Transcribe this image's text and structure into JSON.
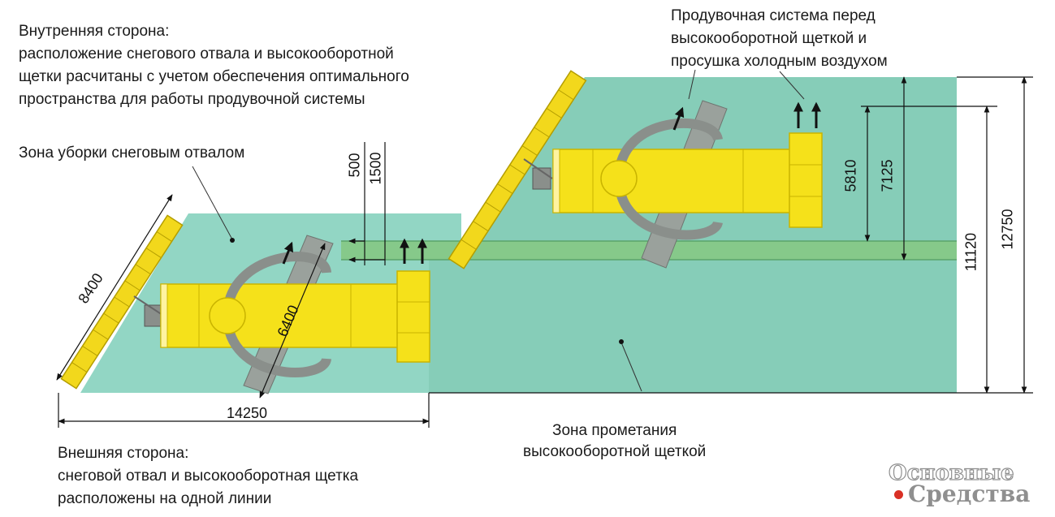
{
  "labels": {
    "inner_side": {
      "title": "Внутренняя сторона:",
      "line1": "расположение снегового отвала и высокооборотной",
      "line2": "щетки расчитаны с учетом обеспечения оптимального",
      "line3": "пространства для работы продувочной системы"
    },
    "blower": {
      "line1": "Продувочная система перед",
      "line2": "высокооборотной щеткой и",
      "line3": "просушка холодным воздухом"
    },
    "plow_zone": "Зона уборки снеговым отвалом",
    "sweep_zone": {
      "line1": "Зона прометания",
      "line2": "высокооборотной щеткой"
    },
    "outer_side": {
      "title": "Внешняя сторона:",
      "line1": "снеговой отвал и высокооборотная щетка",
      "line2": "расположены на одной линии"
    }
  },
  "dimensions": {
    "d500": "500",
    "d1500": "1500",
    "d8400": "8400",
    "d6400": "6400",
    "d14250": "14250",
    "d5810": "5810",
    "d7125": "7125",
    "d11120": "11120",
    "d12750": "12750"
  },
  "logo": {
    "line1": "Основные",
    "line2": "Средства"
  },
  "colors": {
    "zone": "#8fd3c0",
    "zone_dark": "#7ac7b1",
    "strip": "#86c98a",
    "vehicle": "#f5e11a",
    "vehicle_edge": "#c9b400",
    "brush": "#9aa19c",
    "plow": "#f2d81c",
    "logo_dot": "#d93025"
  }
}
